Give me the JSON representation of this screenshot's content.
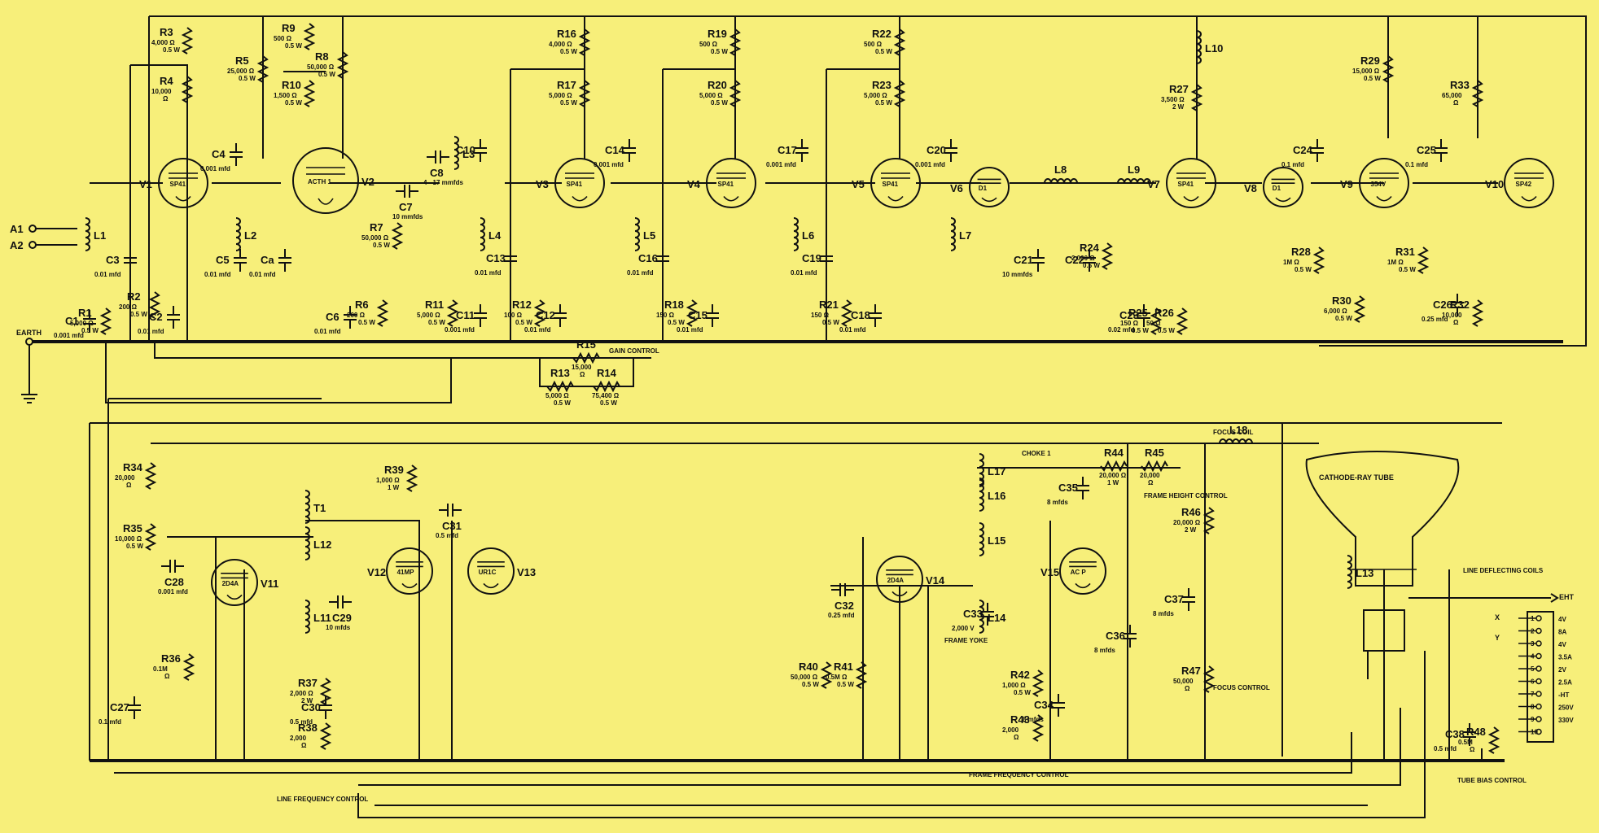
{
  "bg_color": "#f7ef7a",
  "ink_color": "#111111",
  "labels": {
    "earth": "EARTH",
    "a1": "A1",
    "a2": "A2",
    "gain": "GAIN CONTROL",
    "crt": "CATHODE-RAY TUBE",
    "line_freq": "LINE FREQUENCY CONTROL",
    "frame_freq": "FRAME FREQUENCY CONTROL",
    "frame_height": "FRAME HEIGHT CONTROL",
    "focus_ctrl": "FOCUS CONTROL",
    "tube_bias": "TUBE BIAS CONTROL",
    "focus_coil": "FOCUS COIL",
    "line_coils": "LINE DEFLECTING COILS",
    "frame_yoke": "FRAME YOKE",
    "choke1": "CHOKE 1",
    "eht": "EHT",
    "x": "X",
    "y": "Y"
  },
  "tubes": [
    {
      "id": "V1",
      "type": "SP41"
    },
    {
      "id": "V2",
      "type": "ACTH 1"
    },
    {
      "id": "V3",
      "type": "SP41"
    },
    {
      "id": "V4",
      "type": "SP41"
    },
    {
      "id": "V5",
      "type": "SP41"
    },
    {
      "id": "V6",
      "type": "D1"
    },
    {
      "id": "V7",
      "type": "SP41"
    },
    {
      "id": "V8",
      "type": "D1"
    },
    {
      "id": "V9",
      "type": "354V"
    },
    {
      "id": "V10",
      "type": "SP42"
    },
    {
      "id": "V11",
      "type": "2D4A"
    },
    {
      "id": "V12",
      "type": "41MP"
    },
    {
      "id": "V13",
      "type": "UR1C"
    },
    {
      "id": "V14",
      "type": "2D4A"
    },
    {
      "id": "V15",
      "type": "AC P"
    }
  ],
  "resistors": [
    {
      "id": "R1",
      "val": "5,000 Ω 0.5 W"
    },
    {
      "id": "R2",
      "val": "200 Ω 0.5 W"
    },
    {
      "id": "R3",
      "val": "4,000 Ω 0.5 W"
    },
    {
      "id": "R4",
      "val": "10,000 Ω"
    },
    {
      "id": "R5",
      "val": "25,000 Ω 0.5 W"
    },
    {
      "id": "R6",
      "val": "200 Ω 0.5 W"
    },
    {
      "id": "R7",
      "val": "50,000 Ω 0.5 W"
    },
    {
      "id": "R8",
      "val": "50,000 Ω 0.5 W"
    },
    {
      "id": "R9",
      "val": "500 Ω 0.5 W"
    },
    {
      "id": "R10",
      "val": "1,500 Ω 0.5 W"
    },
    {
      "id": "R11",
      "val": "5,000 Ω 0.5 W"
    },
    {
      "id": "R12",
      "val": "100 Ω 0.5 W"
    },
    {
      "id": "R13",
      "val": "5,000 Ω 0.5 W"
    },
    {
      "id": "R14",
      "val": "75,400 Ω 0.5 W"
    },
    {
      "id": "R15",
      "val": "15,000 Ω"
    },
    {
      "id": "R16",
      "val": "4,000 Ω 0.5 W"
    },
    {
      "id": "R17",
      "val": "5,000 Ω 0.5 W"
    },
    {
      "id": "R18",
      "val": "150 Ω 0.5 W"
    },
    {
      "id": "R19",
      "val": "500 Ω 0.5 W"
    },
    {
      "id": "R20",
      "val": "5,000 Ω 0.5 W"
    },
    {
      "id": "R21",
      "val": "150 Ω 0.5 W"
    },
    {
      "id": "R22",
      "val": "500 Ω 0.5 W"
    },
    {
      "id": "R23",
      "val": "5,000 Ω 0.5 W"
    },
    {
      "id": "R24",
      "val": "2,000 Ω 0.5 W"
    },
    {
      "id": "R25",
      "val": "150 Ω 0.5 W"
    },
    {
      "id": "R26",
      "val": "50 Ω 0.5 W"
    },
    {
      "id": "R27",
      "val": "3,500 Ω 2 W"
    },
    {
      "id": "R28",
      "val": "1M Ω 0.5 W"
    },
    {
      "id": "R29",
      "val": "15,000 Ω 0.5 W"
    },
    {
      "id": "R30",
      "val": "6,000 Ω 0.5 W"
    },
    {
      "id": "R31",
      "val": "1M Ω 0.5 W"
    },
    {
      "id": "R32",
      "val": "10,000 Ω"
    },
    {
      "id": "R33",
      "val": "65,000 Ω"
    },
    {
      "id": "R34",
      "val": "20,000 Ω"
    },
    {
      "id": "R35",
      "val": "10,000 Ω 0.5 W"
    },
    {
      "id": "R36",
      "val": "0.1M Ω"
    },
    {
      "id": "R37",
      "val": "2,000 Ω 2 W"
    },
    {
      "id": "R38",
      "val": "2,000 Ω"
    },
    {
      "id": "R39",
      "val": "1,000 Ω 1 W"
    },
    {
      "id": "R40",
      "val": "50,000 Ω 0.5 W"
    },
    {
      "id": "R41",
      "val": "0.5M Ω 0.5 W"
    },
    {
      "id": "R42",
      "val": "1,000 Ω 0.5 W"
    },
    {
      "id": "R43",
      "val": "2,000 Ω"
    },
    {
      "id": "R44",
      "val": "20,000 Ω 1 W"
    },
    {
      "id": "R45",
      "val": "20,000 Ω"
    },
    {
      "id": "R46",
      "val": "20,000 Ω 2 W"
    },
    {
      "id": "R47",
      "val": "50,000 Ω"
    },
    {
      "id": "R48",
      "val": "0.5M Ω"
    }
  ],
  "capacitors": [
    {
      "id": "C1",
      "val": "0.001 mfd"
    },
    {
      "id": "C2",
      "val": "0.01 mfd"
    },
    {
      "id": "C3",
      "val": "0.01 mfd"
    },
    {
      "id": "C4",
      "val": "0.001 mfd"
    },
    {
      "id": "C5",
      "val": "0.01 mfd"
    },
    {
      "id": "Ca",
      "val": "0.01 mfd"
    },
    {
      "id": "C6",
      "val": "0.01 mfd"
    },
    {
      "id": "C7",
      "val": "10 mmfds"
    },
    {
      "id": "C8",
      "val": "4 - 17 mmfds"
    },
    {
      "id": "C10",
      "val": ""
    },
    {
      "id": "C11",
      "val": "0.001 mfd"
    },
    {
      "id": "C12",
      "val": "0.01 mfd"
    },
    {
      "id": "C13",
      "val": "0.01 mfd"
    },
    {
      "id": "C14",
      "val": "0.001 mfd"
    },
    {
      "id": "C15",
      "val": "0.01 mfd"
    },
    {
      "id": "C16",
      "val": "0.01 mfd"
    },
    {
      "id": "C17",
      "val": "0.001 mfd"
    },
    {
      "id": "C18",
      "val": "0.01 mfd"
    },
    {
      "id": "C19",
      "val": "0.01 mfd"
    },
    {
      "id": "C20",
      "val": "0.001 mfd"
    },
    {
      "id": "C21",
      "val": "10 mmfds"
    },
    {
      "id": "C22",
      "val": ""
    },
    {
      "id": "C23",
      "val": "0.02 mfd"
    },
    {
      "id": "C24",
      "val": "0.1 mfd"
    },
    {
      "id": "C25",
      "val": "0.1 mfd"
    },
    {
      "id": "C26",
      "val": "0.25 mfd"
    },
    {
      "id": "C27",
      "val": "0.1 mfd"
    },
    {
      "id": "C28",
      "val": "0.001 mfd"
    },
    {
      "id": "C29",
      "val": "10 mfds"
    },
    {
      "id": "C30",
      "val": "0.5 mfd"
    },
    {
      "id": "C31",
      "val": "0.5 mfd"
    },
    {
      "id": "C32",
      "val": "0.25 mfd"
    },
    {
      "id": "C33",
      "val": "2,000 V"
    },
    {
      "id": "C34",
      "val": "8 mfds"
    },
    {
      "id": "C35",
      "val": "8 mfds"
    },
    {
      "id": "C36",
      "val": "8 mfds"
    },
    {
      "id": "C37",
      "val": "8 mfds"
    },
    {
      "id": "C38",
      "val": "0.5 mfd"
    }
  ],
  "inductors": [
    "L1",
    "L2",
    "L3",
    "L4",
    "L5",
    "L6",
    "L7",
    "L8",
    "L9",
    "L10",
    "L11",
    "L12",
    "L13",
    "L14",
    "L15",
    "L16",
    "L17",
    "L18",
    "T1"
  ],
  "pins": [
    {
      "n": "1",
      "v": "4V"
    },
    {
      "n": "2",
      "v": "8A"
    },
    {
      "n": "3",
      "v": "4V"
    },
    {
      "n": "4",
      "v": "3.5A"
    },
    {
      "n": "5",
      "v": "2V"
    },
    {
      "n": "6",
      "v": "2.5A"
    },
    {
      "n": "7",
      "v": "-HT"
    },
    {
      "n": "8",
      "v": "250V"
    },
    {
      "n": "9",
      "v": "330V"
    },
    {
      "n": "10",
      "v": ""
    }
  ]
}
